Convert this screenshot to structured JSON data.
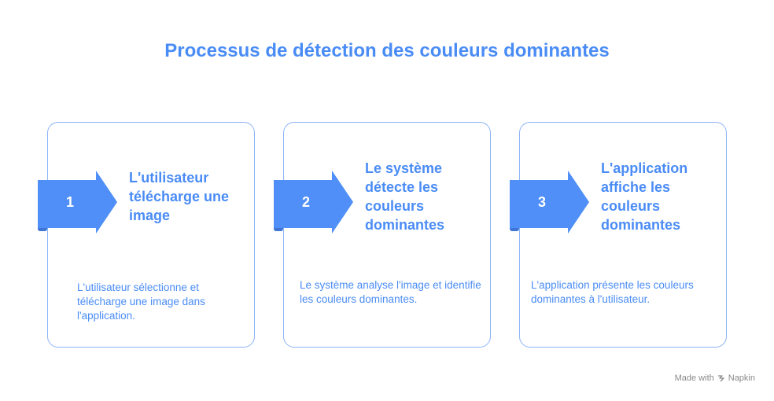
{
  "title": "Processus de détection des couleurs dominantes",
  "steps": [
    {
      "number": "1",
      "heading": "L'utilisateur télécharge une image",
      "description": "L'utilisateur sélectionne et télécharge une image dans l'application."
    },
    {
      "number": "2",
      "heading": "Le système détecte les couleurs dominantes",
      "description": "Le système analyse l'image et identifie les couleurs dominantes."
    },
    {
      "number": "3",
      "heading": "L'application affiche les couleurs dominantes",
      "description": "L'application présente les couleurs dominantes à l'utilisateur."
    }
  ],
  "footer": {
    "made_with": "Made with",
    "brand": "Napkin",
    "icon": "napkin-logo-icon"
  },
  "colors": {
    "accent": "#4a8cf5",
    "arrow": "#4f8ff7",
    "arrow_shadow": "#3f76d6",
    "border": "#8db3f7"
  }
}
